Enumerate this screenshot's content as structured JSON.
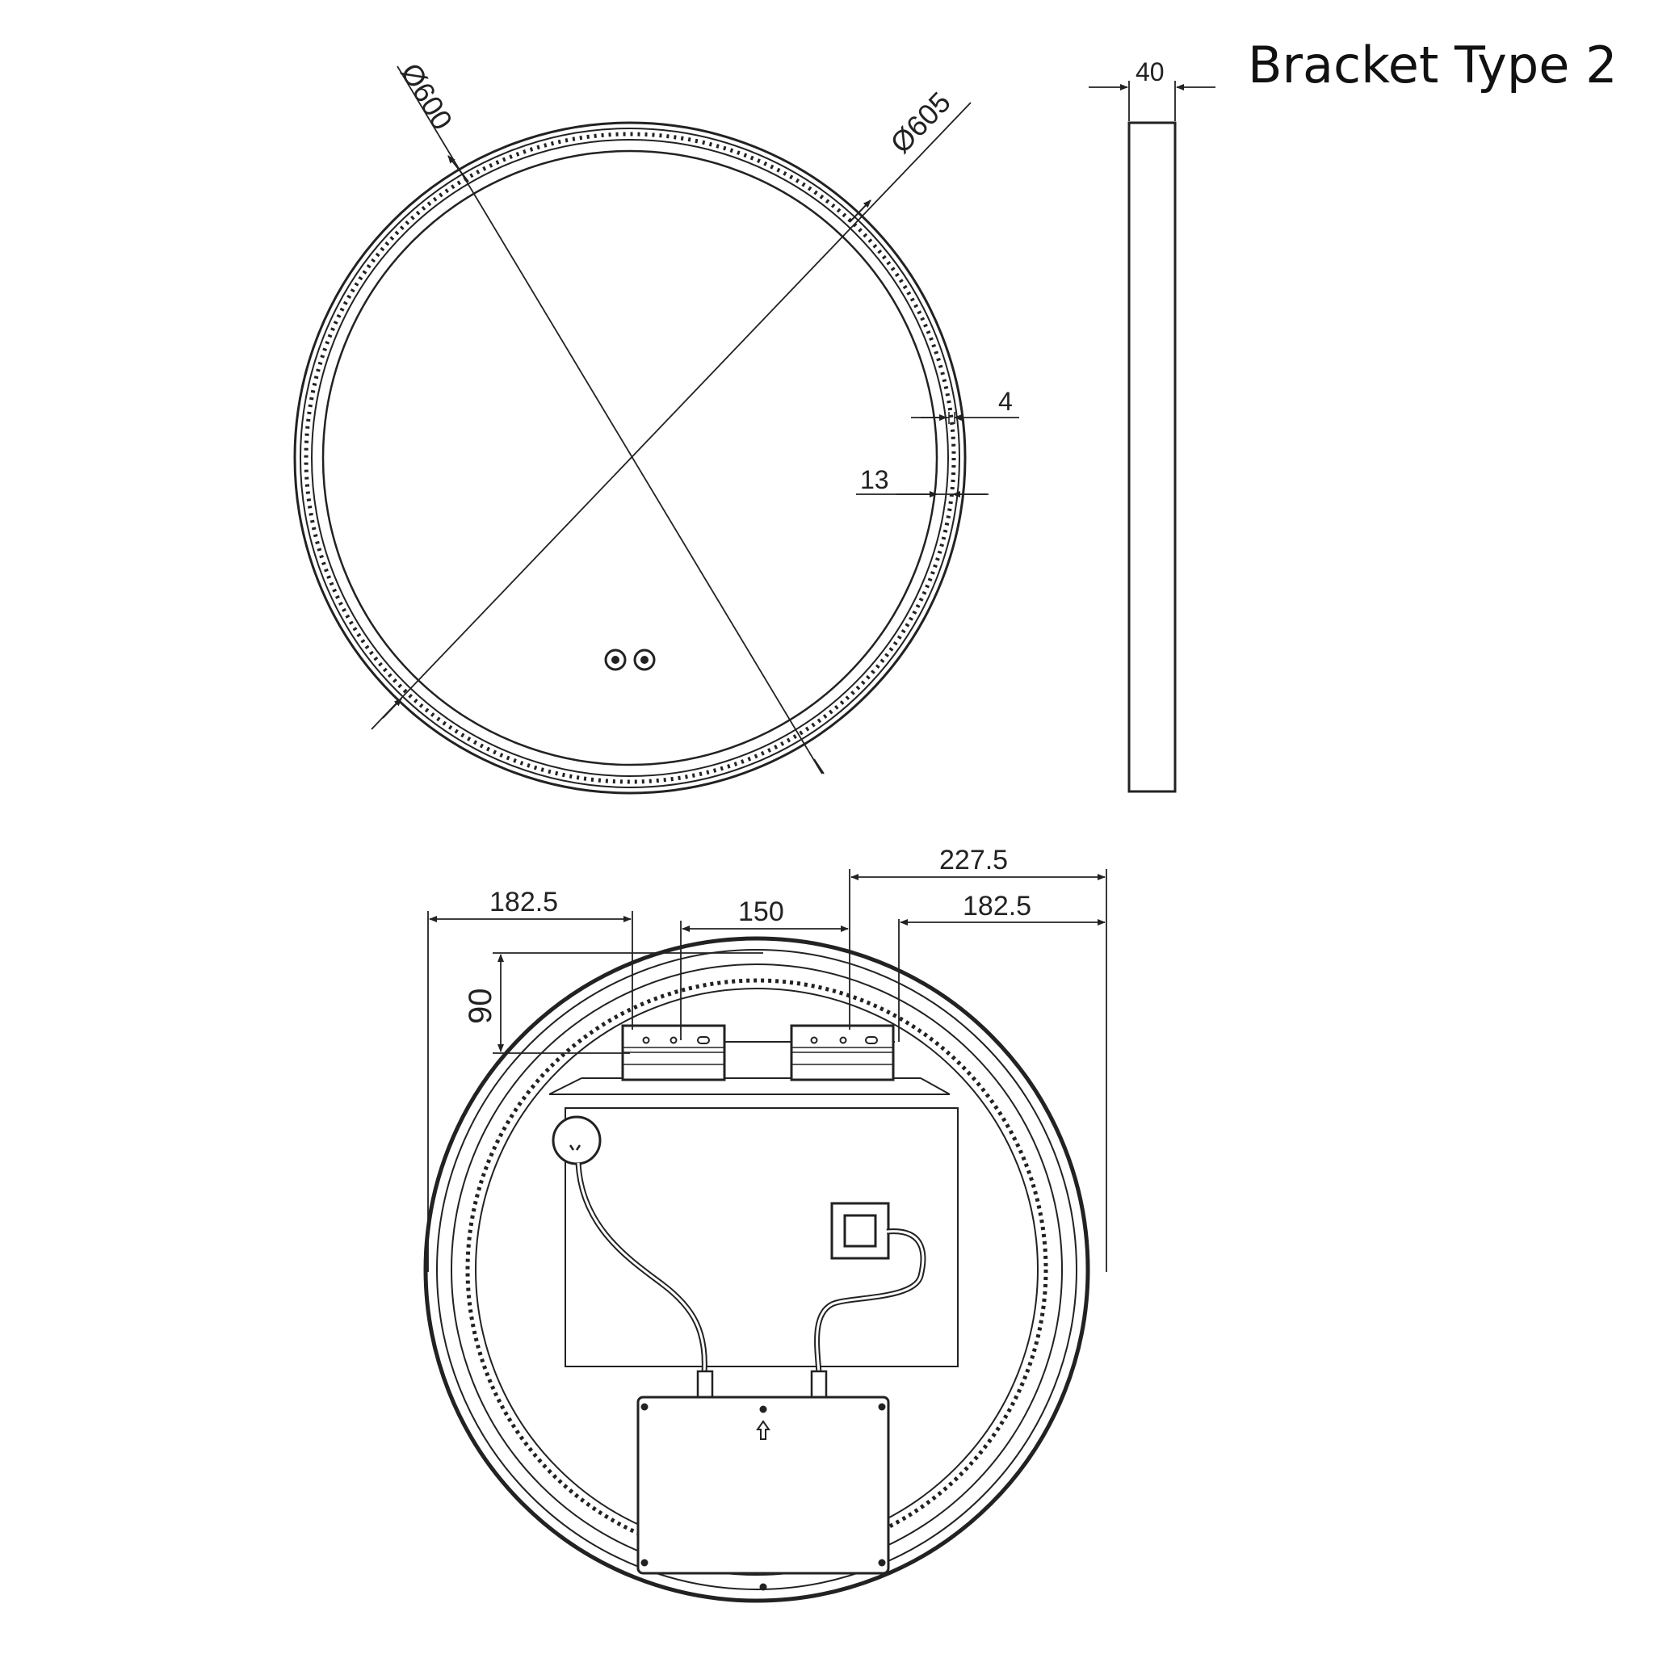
{
  "title": "Bracket Type 2",
  "front_view": {
    "diameter_outer": "Ø605",
    "diameter_inner": "Ø600",
    "dim_frame": "4",
    "dim_led_band": "13"
  },
  "side_view": {
    "depth": "40"
  },
  "rear_view": {
    "dim_total_right": "227.5",
    "dim_left": "182.5",
    "dim_bracket_spacing": "150",
    "dim_right": "182.5",
    "dim_bracket_height": "90"
  },
  "colors": {
    "line": "#222222",
    "background": "#ffffff"
  }
}
